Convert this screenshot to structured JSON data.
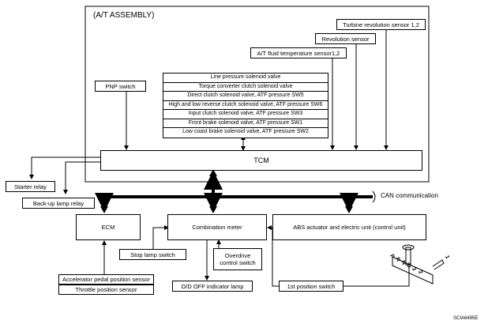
{
  "assembly_title": "(A/T ASSEMBLY)",
  "sensors": {
    "turbine": "Turbine revolution sensor 1,2",
    "revolution": "Revolution sensor",
    "fluid_temp": "A/T fluid temperature sensor1,2",
    "pnp": "PNP switch"
  },
  "valves": [
    "Line pressure solenoid valve",
    "Torque converter clutch solenoid valve",
    "Direct clutch solenoid valve, ATF pressure SW5",
    "High and low reverse clutch solenoid valve, ATF pressure SW6",
    "Input clutch solenoid valve, ATF pressure SW3",
    "Front brake solenoid valve, ATF pressure SW1",
    "Low coast brake solenoid valve, ATF pressure SW2"
  ],
  "tcm": "TCM",
  "starter_relay": "Starter relay",
  "backup_relay": "Back-up lamp relay",
  "can": "CAN communication",
  "ecm": "ECM",
  "combination_meter": "Combination meter",
  "abs": "ABS actuator and electric unit (control unit)",
  "stop_lamp": "Stop lamp switch",
  "overdrive_switch": "Overdrive\ncontrol switch",
  "accel_sensor": "Accelerator pedal position sensor",
  "throttle_sensor": "Throttle position sensor",
  "od_lamp": "O/D OFF indicator lamp",
  "first_pos": "1st position switch",
  "gear_letters": [
    "P",
    "R",
    "N",
    "D",
    "3",
    "2",
    "1"
  ],
  "figure_code": "SCIA6495E"
}
